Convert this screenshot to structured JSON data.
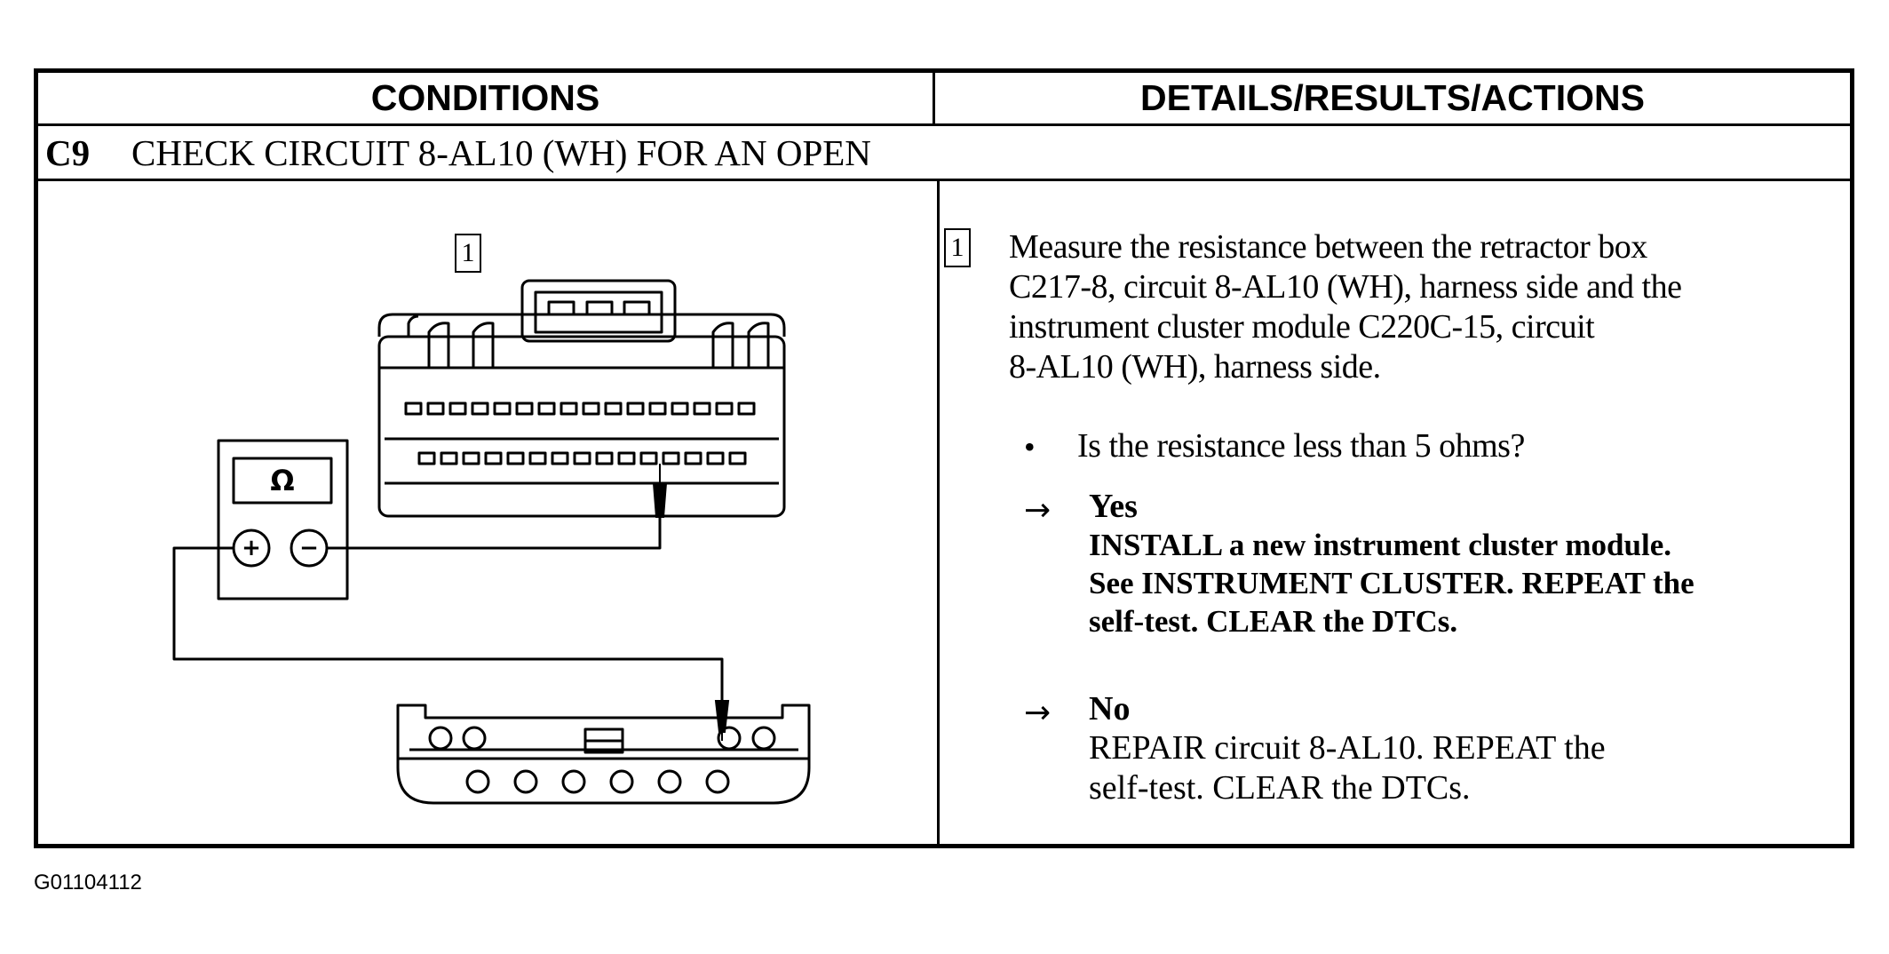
{
  "table": {
    "col_conditions": "CONDITIONS",
    "col_details": "DETAILS/RESULTS/ACTIONS"
  },
  "step": {
    "id": "C9",
    "title": "CHECK CIRCUIT 8-AL10 (WH) FOR AN OPEN"
  },
  "conditions": {
    "marker": "1",
    "meter_symbol": "Ω",
    "plus_symbol": "+",
    "minus_symbol": "−"
  },
  "details": {
    "marker": "1",
    "instruction_lines": [
      "Measure the resistance between the retractor box",
      "C217-8, circuit 8-AL10 (WH), harness side and the",
      "instrument cluster module C220C-15, circuit",
      "8-AL10 (WH), harness  side."
    ],
    "question": "Is the resistance less than 5 ohms?",
    "yes": {
      "label": "Yes",
      "lines": [
        "INSTALL a new instrument cluster module.",
        "See INSTRUMENT CLUSTER.  REPEAT the",
        "self-test.  CLEAR the DTCs."
      ]
    },
    "no": {
      "label": "No",
      "lines": [
        "REPAIR circuit 8-AL10. REPEAT the",
        "self-test. CLEAR the DTCs."
      ]
    }
  },
  "footer": {
    "figure_id": "G01104112"
  }
}
